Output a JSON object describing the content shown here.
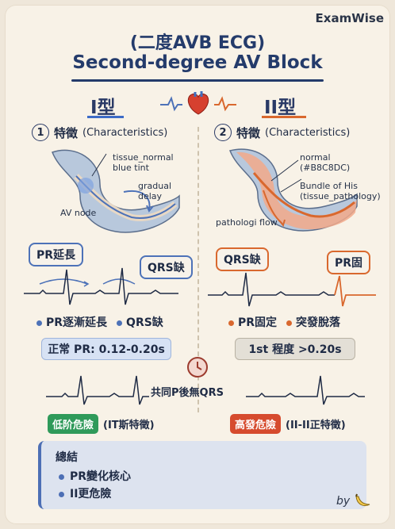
{
  "brand": "ExamWise",
  "title_cn": "(二度AVB ECG)",
  "title_en": "Second-degree AV Block",
  "left": {
    "type_label": "I型",
    "section_num": "1",
    "section_title": "特徵",
    "section_en": "(Characteristics)",
    "labels": {
      "tissue": "tissue_normal",
      "tint": "blue tint",
      "gradual": "gradual",
      "delay": "delay",
      "av_node": "AV node"
    },
    "bubble_pr": "PR延長",
    "bubble_qrs": "QRS缺",
    "bullets": [
      "PR逐漸延長",
      "QRS缺"
    ],
    "pill": "正常 PR: 0.12-0.20s",
    "risk_tag": "低阶危險",
    "risk_text": "(IT斯特徵)"
  },
  "right": {
    "type_label": "II型",
    "section_num": "2",
    "section_title": "特徵",
    "section_en": "(Characteristics)",
    "labels": {
      "normal": "normal",
      "hex": "(#B8C8DC)",
      "bundle": "Bundle of His",
      "tissue": "(tissue_pathology)",
      "flow": "pathologi flow"
    },
    "bubble_qrs": "QRS缺",
    "bubble_pr": "PR固",
    "bullets": [
      "PR固定",
      "突發脫落"
    ],
    "pill": "1st 程度 >0.20s",
    "risk_tag": "高發危險",
    "risk_text": "(II-II正特徵)"
  },
  "common_text": "共同P後無QRS",
  "summary": {
    "title": "總結",
    "items": [
      "PR變化核心",
      "II更危險"
    ]
  },
  "by_text": "by",
  "colors": {
    "blue": "#4d72b8",
    "orange": "#d9682e",
    "green": "#2f9a5a",
    "red": "#d64b2e",
    "navy": "#243b6b"
  }
}
